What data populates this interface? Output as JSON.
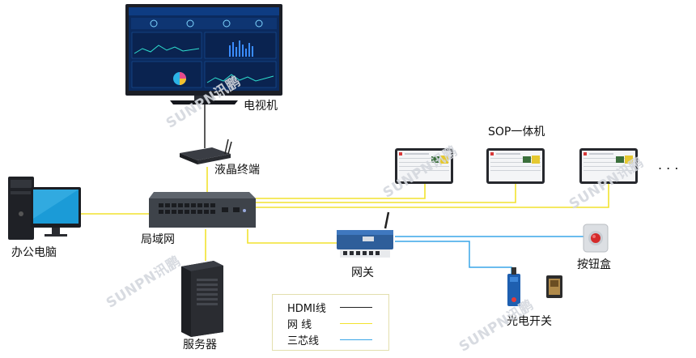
{
  "labels": {
    "tv": "电视机",
    "lcd_terminal": "液晶终端",
    "sop": "SOP一体机",
    "ellipsis": ". . .",
    "office_pc": "办公电脑",
    "lan": "局域网",
    "gateway": "网关",
    "button_box": "按钮盒",
    "server": "服务器",
    "photo_switch": "光电开关"
  },
  "legend": {
    "hdmi": "HDMI线",
    "network": "网  线",
    "three_core": "三芯线"
  },
  "colors": {
    "hdmi": "#222222",
    "network": "#f2e22e",
    "three_core": "#3aa6e8"
  },
  "watermark": "SUNPN讯鹏"
}
